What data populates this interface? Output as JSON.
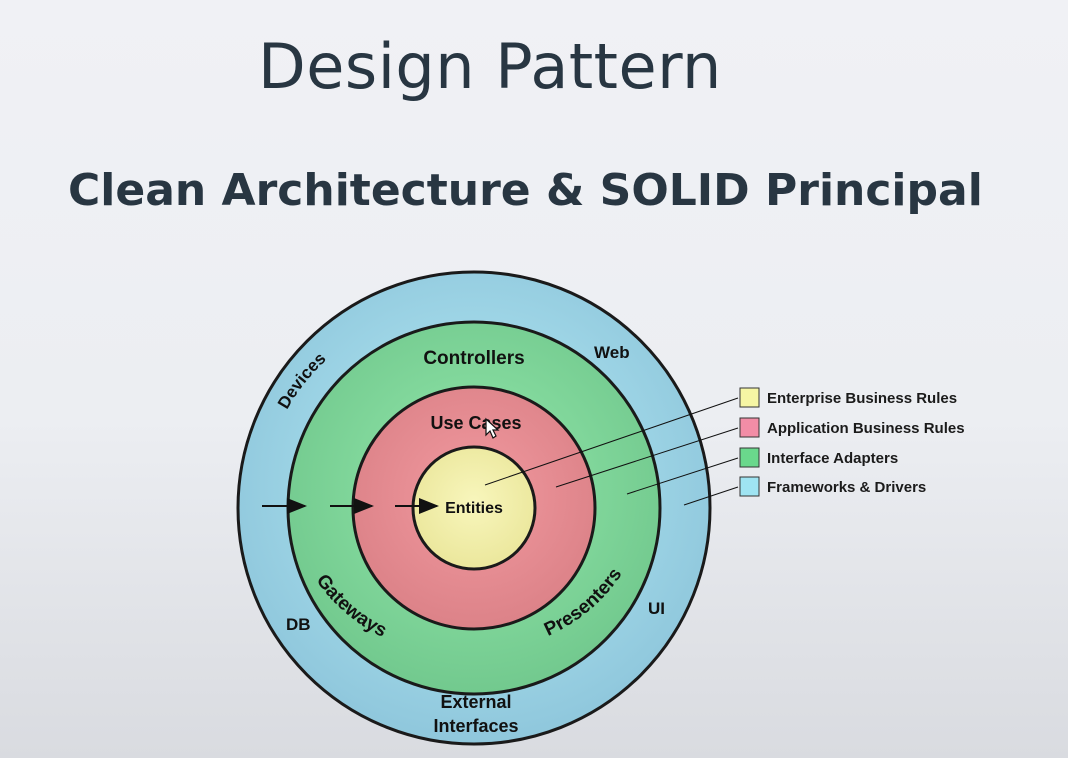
{
  "slide": {
    "title": "Design Pattern",
    "subtitle": "Clean Architecture & SOLID Principal"
  },
  "diagram": {
    "rings": {
      "outer_labels": {
        "devices": "Devices",
        "web": "Web",
        "db": "DB",
        "ui": "UI",
        "external_line1": "External",
        "external_line2": "Interfaces"
      },
      "adapter_labels": {
        "controllers": "Controllers",
        "gateways": "Gateways",
        "presenters": "Presenters"
      },
      "use_cases": "Use Cases",
      "entities": "Entities"
    },
    "legend": [
      {
        "label": "Enterprise Business Rules",
        "color": "#f6f6a4"
      },
      {
        "label": "Application Business Rules",
        "color": "#f28da6"
      },
      {
        "label": "Interface Adapters",
        "color": "#6ad88c"
      },
      {
        "label": "Frameworks & Drivers",
        "color": "#9fe4f2"
      }
    ],
    "colors": {
      "frameworks": "#a6e6f2",
      "adapters": "#84dea0",
      "use_cases": "#ec8f95",
      "entities": "#f4f1ac"
    }
  }
}
